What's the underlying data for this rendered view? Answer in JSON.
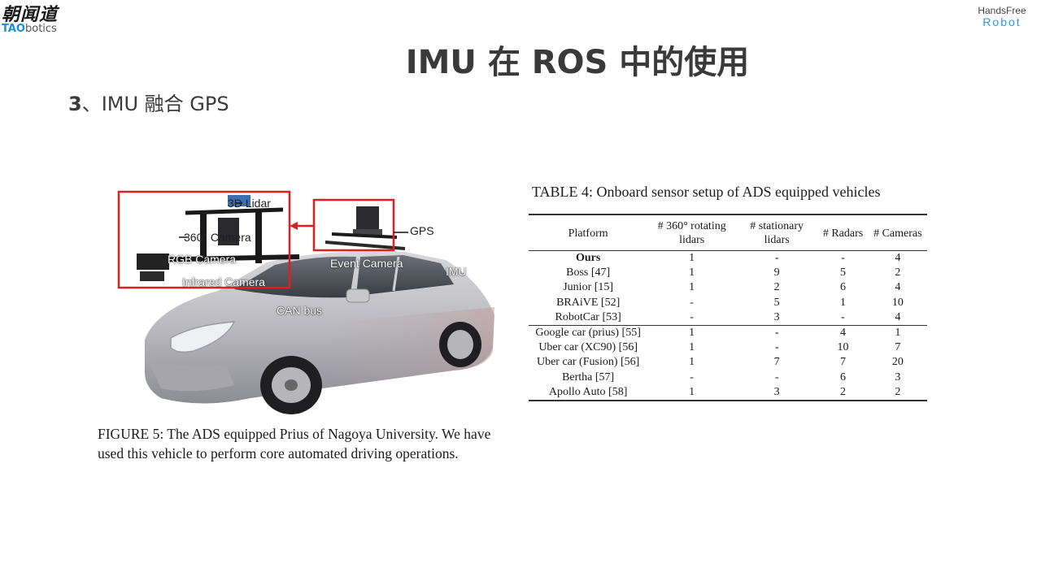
{
  "logo_left": {
    "cn": "朝闻道",
    "en_a": "TAO",
    "en_b": "botics"
  },
  "logo_right": {
    "line1": "HandsFree",
    "line2": "Robot"
  },
  "title": "IMU 在 ROS 中的使用",
  "subtitle": {
    "number": "3",
    "text": "、IMU 融合 GPS"
  },
  "figure": {
    "labels": {
      "lidar": "3D Lidar",
      "camera360": "360° Camera",
      "rgb": "RGB Camera",
      "infrared": "Infrared Camera",
      "gps": "GPS",
      "event": "Event Camera",
      "imu": "IMU",
      "can": "CAN bus"
    },
    "caption": "FIGURE 5: The ADS equipped Prius of Nagoya University. We have used this vehicle to perform core automated driving operations."
  },
  "table": {
    "title": "TABLE 4: Onboard sensor setup of ADS equipped vehicles",
    "headers": {
      "platform": "Platform",
      "rotating_1": "# 360° rotating",
      "rotating_2": "lidars",
      "stationary_1": "# stationary",
      "stationary_2": "lidars",
      "radars": "# Radars",
      "cameras": "# Cameras"
    },
    "rows": [
      [
        "Ours",
        "1",
        "-",
        "-",
        "4"
      ],
      [
        "Boss [47]",
        "1",
        "9",
        "5",
        "2"
      ],
      [
        "Junior [15]",
        "1",
        "2",
        "6",
        "4"
      ],
      [
        "BRAiVE [52]",
        "-",
        "5",
        "1",
        "10"
      ],
      [
        "RobotCar [53]",
        "-",
        "3",
        "-",
        "4"
      ],
      [
        "Google car (prius) [55]",
        "1",
        "-",
        "4",
        "1"
      ],
      [
        "Uber car (XC90) [56]",
        "1",
        "-",
        "10",
        "7"
      ],
      [
        "Uber car (Fusion) [56]",
        "1",
        "7",
        "7",
        "20"
      ],
      [
        "Bertha [57]",
        "-",
        "-",
        "6",
        "3"
      ],
      [
        "Apollo Auto [58]",
        "1",
        "3",
        "2",
        "2"
      ]
    ]
  }
}
